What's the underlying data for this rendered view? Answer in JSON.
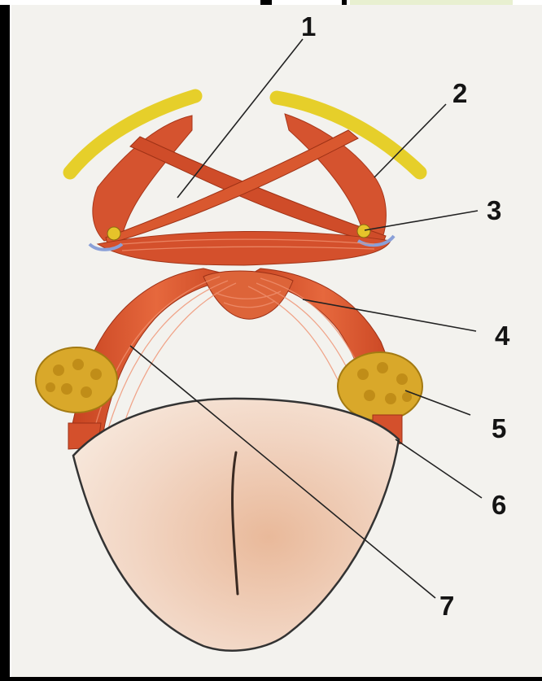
{
  "diagram": {
    "labels": [
      "1",
      "2",
      "3",
      "4",
      "5",
      "6",
      "7"
    ]
  },
  "colors": {
    "muscle": "#d8522e",
    "muscle_dark": "#b2371c",
    "muscle_light": "#ec8a63",
    "bone": "#e6cf2a",
    "gland": "#d9a82a",
    "tongue": "#f0d2bd",
    "background": "#f3f2ee",
    "leader_line": "#222222"
  }
}
